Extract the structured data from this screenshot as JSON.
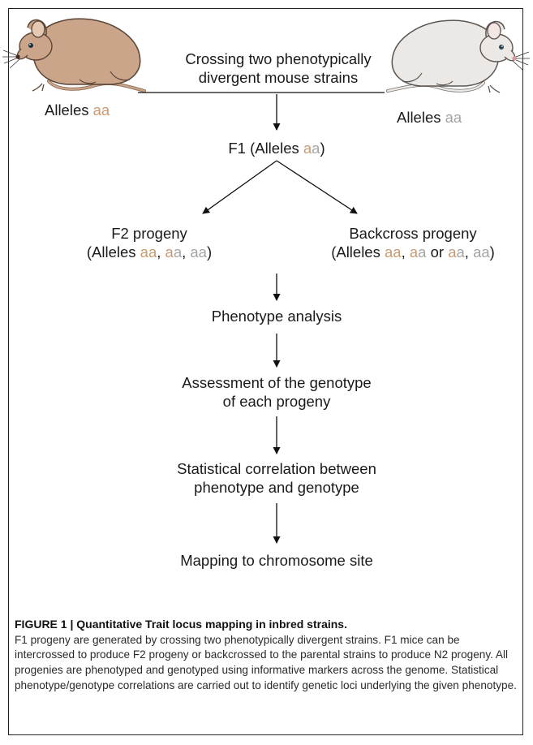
{
  "step_cross": [
    "Crossing two phenotypically",
    "divergent mouse strains"
  ],
  "parent_left": {
    "prefix": "Alleles ",
    "alleles": "aa"
  },
  "parent_right": {
    "prefix": "Alleles ",
    "alleles": "aa"
  },
  "f1": {
    "prefix": "F1 (Alleles ",
    "alleles": "aa",
    "suffix": ")"
  },
  "f2": {
    "title": "F2 progeny",
    "open": "(Alleles ",
    "a1": "aa",
    "sep1": ", ",
    "a2": "aa",
    "sep2": ", ",
    "a3": "aa",
    "close": ")"
  },
  "backcross": {
    "title": "Backcross progeny",
    "open": "(Alleles ",
    "a1": "aa",
    "sep1": ", ",
    "a2": "aa",
    "mid": " or ",
    "a3": "aa",
    "sep2": ", ",
    "a4": "aa",
    "close": ")"
  },
  "step_phenotype": "Phenotype analysis",
  "step_genotype": [
    "Assessment of  the genotype",
    "of each progeny"
  ],
  "step_correlation": [
    "Statistical correlation between",
    "phenotype and genotype"
  ],
  "step_mapping": "Mapping to chromosome site",
  "caption": {
    "title": "FIGURE 1 | Quantitative Trait locus mapping in inbred strains.",
    "body": "F1 progeny are generated by crossing two phenotypically divergent strains. F1 mice can be intercrossed to produce F2 progeny or backcrossed to the parental strains to produce N2 progeny. All progenies are phenotyped and genotyped using informative markers across the genome. Statistical phenotype/genotype correlations are carried out to identify genetic loci underlying the given phenotype."
  },
  "colors": {
    "allele_tan": "#c69a72",
    "allele_grey": "#a4a4a4",
    "mouse_brown": "#caa589",
    "mouse_white": "#ebe8e5"
  }
}
